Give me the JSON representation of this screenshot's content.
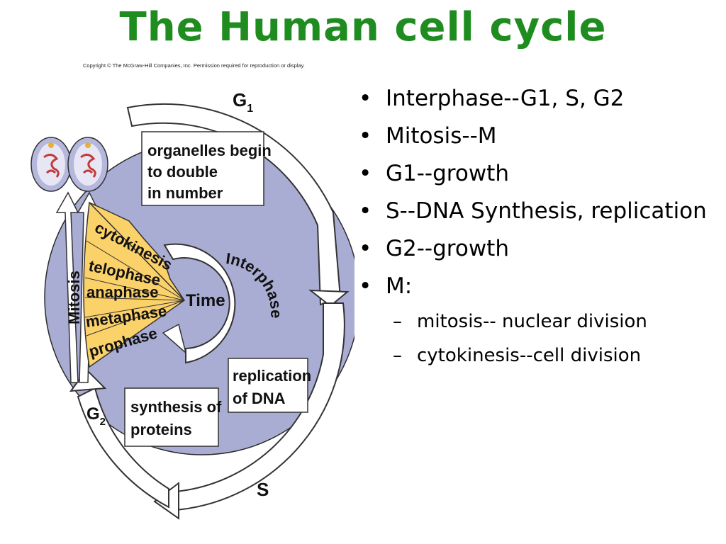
{
  "slide": {
    "title": "The Human cell cycle"
  },
  "diagram": {
    "copyright": "Copyright © The McGraw-Hill Companies, Inc. Permission required for reproduction or display.",
    "phase_labels": {
      "g1": "G",
      "g1_sub": "1",
      "g2": "G",
      "g2_sub": "2",
      "s": "S",
      "mitosis": "Mitosis",
      "interphase": "Interphase",
      "center": "Time"
    },
    "boxes": {
      "organelles": [
        "organelles begin",
        "to double",
        "in number"
      ],
      "replication": [
        "replication",
        "of DNA"
      ],
      "synthesis": [
        "synthesis of",
        "proteins"
      ]
    },
    "mitosis_stages": [
      "cytokinesis",
      "telophase",
      "anaphase",
      "metaphase",
      "prophase"
    ],
    "colors": {
      "cycle_fill": "#a9add3",
      "mitosis_wedge": "#fbd16a",
      "title_green": "#1f8c1f"
    }
  },
  "bullets": [
    {
      "text": "Interphase--G1, S, G2"
    },
    {
      "text": "Mitosis--M"
    },
    {
      "text": "G1--growth"
    },
    {
      "text": "S--DNA Synthesis, replication"
    },
    {
      "text": "G2--growth"
    },
    {
      "text": "M:",
      "children": [
        "mitosis-- nuclear division",
        "cytokinesis--cell division"
      ]
    }
  ]
}
